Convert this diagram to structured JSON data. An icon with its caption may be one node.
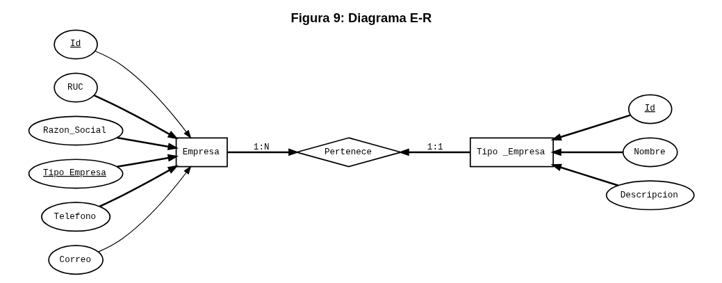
{
  "diagram": {
    "title": "Figura 9: Diagrama E-R",
    "nodes": [
      {
        "text": [
          "Id"
        ]
      },
      {
        "text": [
          "RUC"
        ]
      },
      {
        "text": [
          "Razon_Social"
        ]
      },
      {
        "text": [
          "Tipo_Empresa"
        ]
      },
      {
        "text": [
          "Telefono"
        ]
      },
      {
        "text": [
          "Correo"
        ]
      },
      {
        "text": [
          "Empresa"
        ]
      },
      {
        "text": [
          "Pertenece"
        ]
      },
      {
        "text": [
          "Tipo _Empresa"
        ]
      },
      {
        "text": [
          "Id"
        ]
      },
      {
        "text": [
          "Nombre"
        ]
      },
      {
        "text": [
          "Descripcion"
        ]
      }
    ],
    "edges": [
      {
        "from": 0,
        "to": 6,
        "arrow": "to"
      },
      {
        "from": 1,
        "to": 6,
        "arrow": "to"
      },
      {
        "from": 2,
        "to": 6,
        "arrow": "to"
      },
      {
        "from": 3,
        "to": 6,
        "arrow": "to"
      },
      {
        "from": 4,
        "to": 6,
        "arrow": "to"
      },
      {
        "from": 5,
        "to": 6,
        "arrow": "to"
      },
      {
        "from": 6,
        "to": 7,
        "arrow": "to",
        "label": "1:N"
      },
      {
        "from": 8,
        "to": 7,
        "arrow": "to",
        "label": "1:1"
      },
      {
        "from": 9,
        "to": 8,
        "arrow": "to"
      },
      {
        "from": 10,
        "to": 8,
        "arrow": "to"
      },
      {
        "from": 11,
        "to": 8,
        "arrow": "to"
      }
    ]
  }
}
